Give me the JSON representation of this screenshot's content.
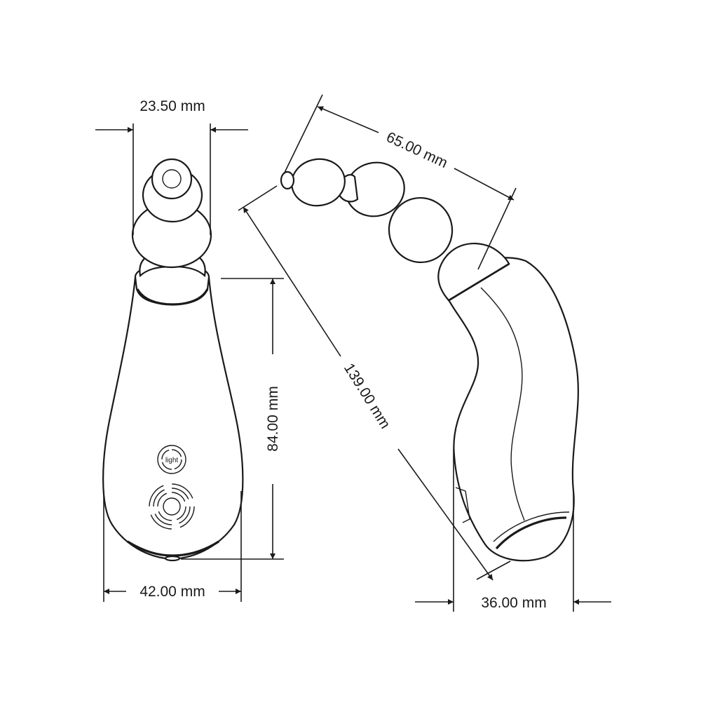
{
  "diagram": {
    "front_view": {
      "top_width": "23.50 mm",
      "height": "84.00 mm",
      "base_width": "42.00 mm",
      "button_label": "light"
    },
    "side_view": {
      "bead_span": "65.00 mm",
      "total_length": "139.00 mm",
      "base_width": "36.00 mm"
    }
  }
}
